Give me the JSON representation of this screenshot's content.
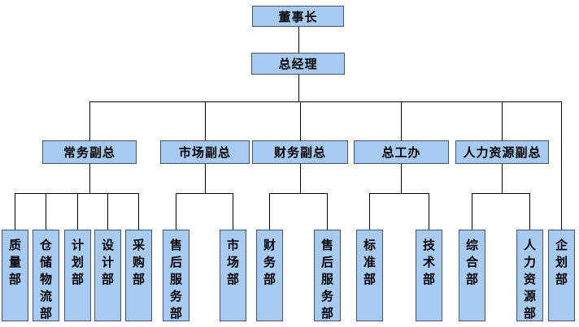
{
  "colors": {
    "background": "#ffffff",
    "box_fill": "#a6caf0",
    "box_border": "#44546a",
    "connector_line": "#000000",
    "text": "#000000"
  },
  "org": {
    "chairman": "董事长",
    "general_manager": "总经理",
    "branches": [
      {
        "label": "常务副总",
        "departments": [
          "质量部",
          "仓储物流部",
          "计划部",
          "设计部",
          "采购部"
        ]
      },
      {
        "label": "市场副总",
        "departments": [
          "售后服务部",
          "市场部"
        ]
      },
      {
        "label": "财务副总",
        "departments": [
          "财务部",
          "售后服务部"
        ]
      },
      {
        "label": "总工办",
        "departments": [
          "标准部",
          "技术部"
        ]
      },
      {
        "label": "人力资源副总",
        "departments": [
          "综合部",
          "人力资源部",
          "企划部"
        ]
      }
    ]
  }
}
